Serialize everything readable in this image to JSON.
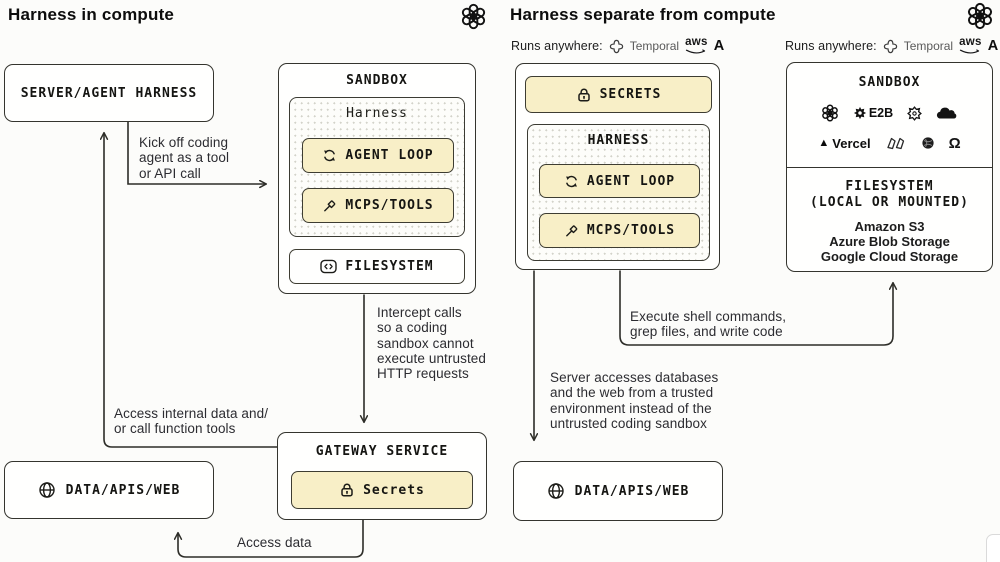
{
  "left": {
    "title": "Harness in compute",
    "server_box_label": "SERVER/AGENT HARNESS",
    "sandbox_title": "SANDBOX",
    "harness_label": "Harness",
    "agent_loop_label": "AGENT LOOP",
    "mcps_tools_label": "MCPS/TOOLS",
    "filesystem_label": "FILESYSTEM",
    "gateway_title": "GATEWAY SERVICE",
    "secrets_label": "Secrets",
    "data_box_label": "DATA/APIS/WEB",
    "notes": {
      "kick_off": "Kick off coding\nagent as a tool\nor API call",
      "intercept": "Intercept calls\nso a coding\nsandbox cannot\nexecute untrusted\nHTTP requests",
      "access_internal": "Access internal data and/\nor call function tools",
      "access_data": "Access data"
    }
  },
  "right": {
    "title": "Harness separate from compute",
    "runs_anywhere_label": "Runs anywhere:",
    "temporal_label": "Temporal",
    "aws_label": "aws",
    "anthropic_label": "A",
    "secrets_label": "SECRETS",
    "harness_label": "HARNESS",
    "agent_loop_label": "AGENT LOOP",
    "mcps_tools_label": "MCPS/TOOLS",
    "sandbox_title": "SANDBOX",
    "e2b_label": "E2B",
    "vercel_label": "Vercel",
    "filesystem_label": "FILESYSTEM\n(LOCAL OR MOUNTED)",
    "storage_providers": [
      "Amazon S3",
      "Azure Blob Storage",
      "Google Cloud Storage"
    ],
    "data_box_label": "DATA/APIS/WEB",
    "notes": {
      "execute": "Execute shell commands,\ngrep files, and write code",
      "server_accesses": "Server accesses databases\nand the web from a trusted\nenvironment instead of the\nuntrusted coding sandbox"
    }
  },
  "icons": {
    "vercel_triangle": "▲",
    "omega_glyph": "Ω"
  },
  "colors": {
    "accent_yellow": "#f8efc7",
    "line": "#2d2d28",
    "background": "#fcfcfa"
  }
}
